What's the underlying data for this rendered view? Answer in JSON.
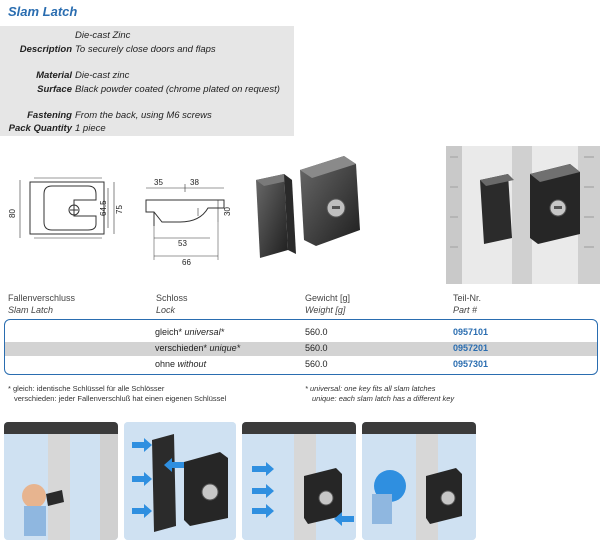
{
  "title": "Slam Latch",
  "info": {
    "rows": [
      {
        "label": "",
        "value": "Die-cast Zinc"
      },
      {
        "label": "Description",
        "value": "To securely close doors and flaps"
      },
      {
        "label": "Material",
        "value": "Die-cast zinc"
      },
      {
        "label": "Surface",
        "value": "Black powder coated (chrome plated on request)"
      },
      {
        "label": "Fastening",
        "value": "From the back, using M6 screws"
      },
      {
        "label": "Pack Quantity",
        "value": "1 piece"
      }
    ]
  },
  "drawing": {
    "dims": {
      "h80": "80",
      "h75": "75",
      "h64_5": "64.5",
      "w35": "35",
      "w38": "38",
      "w30": "30",
      "w53": "53",
      "w66": "66"
    }
  },
  "table": {
    "headers": {
      "col1_de": "Fallenverschluss",
      "col1_en": "Slam Latch",
      "col2_de": "Schloss",
      "col2_en": "Lock",
      "col3_de": "Gewicht [g]",
      "col3_en": "Weight [g]",
      "col4_de": "Teil-Nr.",
      "col4_en": "Part #"
    },
    "rows": [
      {
        "lock_de": "gleich*",
        "lock_en": "universal*",
        "weight": "560.0",
        "part": "0957101"
      },
      {
        "lock_de": "verschieden*",
        "lock_en": "unique*",
        "weight": "560.0",
        "part": "0957201"
      },
      {
        "lock_de": "ohne",
        "lock_en": "without",
        "weight": "560.0",
        "part": "0957301"
      }
    ]
  },
  "notes": {
    "de_1": "* gleich: identische Schlüssel für alle Schlösser",
    "de_2": "verschieden: jeder Fallenverschluß hat einen eigenen Schlüssel",
    "en_1": "* universal: one key fits all slam latches",
    "en_2": "unique: each slam latch has a different key"
  },
  "colors": {
    "accent": "#2a6db0",
    "info_bg": "#e6e6e6",
    "row_shade": "#d3d3d3",
    "photo_bg": "#cfe1f2",
    "arrow": "#2f8fe0"
  }
}
